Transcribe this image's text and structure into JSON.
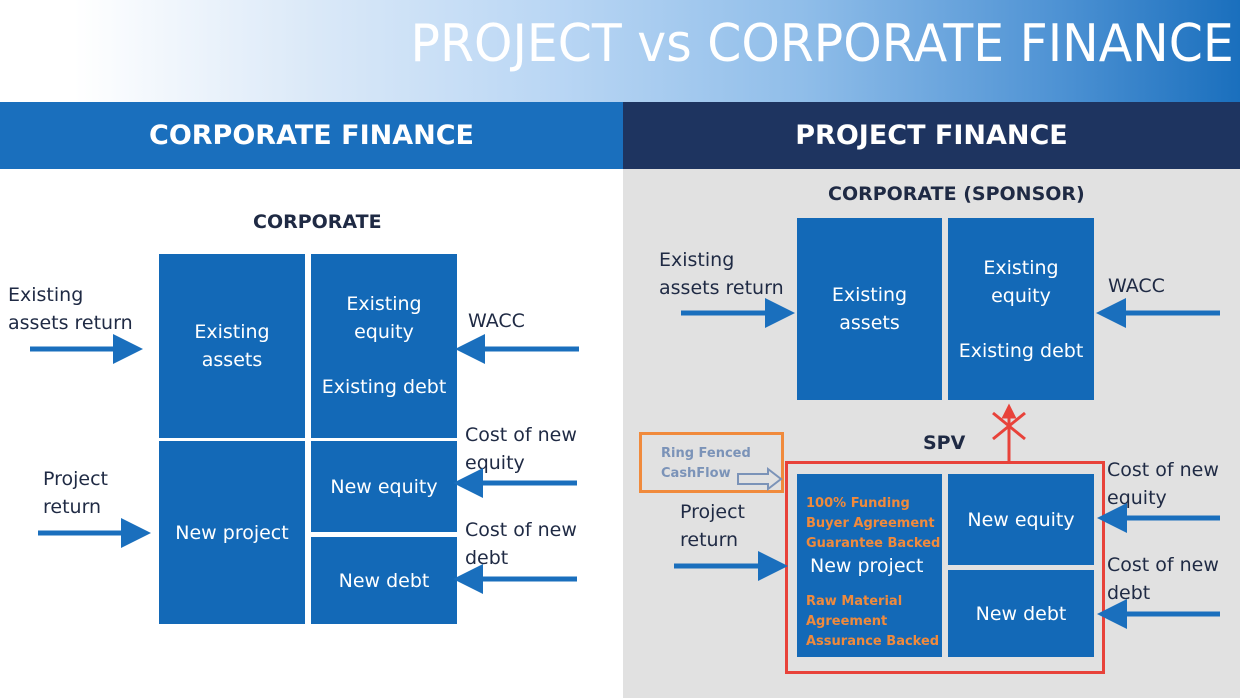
{
  "title": "PROJECT vs CORPORATE FINANCE",
  "left": {
    "header": "CORPORATE FINANCE",
    "heading": "CORPORATE",
    "boxes": {
      "existing_assets": [
        "Existing",
        "assets"
      ],
      "existing_equity": [
        "Existing",
        "equity"
      ],
      "existing_debt": "Existing debt",
      "new_project": "New project",
      "new_equity": "New equity",
      "new_debt": "New debt"
    },
    "labels": {
      "existing_assets_return": [
        "Existing",
        "assets return"
      ],
      "project_return": [
        "Project",
        "return"
      ],
      "wacc": "WACC",
      "cost_new_equity": [
        "Cost of new",
        "equity"
      ],
      "cost_new_debt": [
        "Cost of new",
        "debt"
      ]
    }
  },
  "right": {
    "header": "PROJECT FINANCE",
    "heading": "CORPORATE  (SPONSOR)",
    "spv_label": "SPV",
    "ring_fenced": [
      "Ring Fenced",
      "CashFlow"
    ],
    "boxes": {
      "existing_assets": [
        "Existing",
        "assets"
      ],
      "existing_equity": [
        "Existing",
        "equity"
      ],
      "existing_debt": "Existing debt",
      "new_project": "New project",
      "new_project_notes_top": [
        "100% Funding",
        "Buyer Agreement",
        "Guarantee Backed"
      ],
      "new_project_notes_bottom": [
        "Raw Material",
        "Agreement",
        "Assurance Backed"
      ],
      "new_equity": "New equity",
      "new_debt": "New debt"
    },
    "labels": {
      "existing_assets_return": [
        "Existing",
        "assets return"
      ],
      "project_return": [
        "Project",
        "return"
      ],
      "wacc": "WACC",
      "cost_new_equity": [
        "Cost of new",
        "equity"
      ],
      "cost_new_debt": [
        "Cost of new",
        "debt"
      ]
    }
  },
  "colors": {
    "box_blue": "#1369b7",
    "header_left": "#1a6fbd",
    "header_right": "#1e3460",
    "panel_gray": "#e1e1e1",
    "spv_border": "#e8423a",
    "ring_border": "#f08a3c",
    "note_orange": "#f08a3c"
  }
}
